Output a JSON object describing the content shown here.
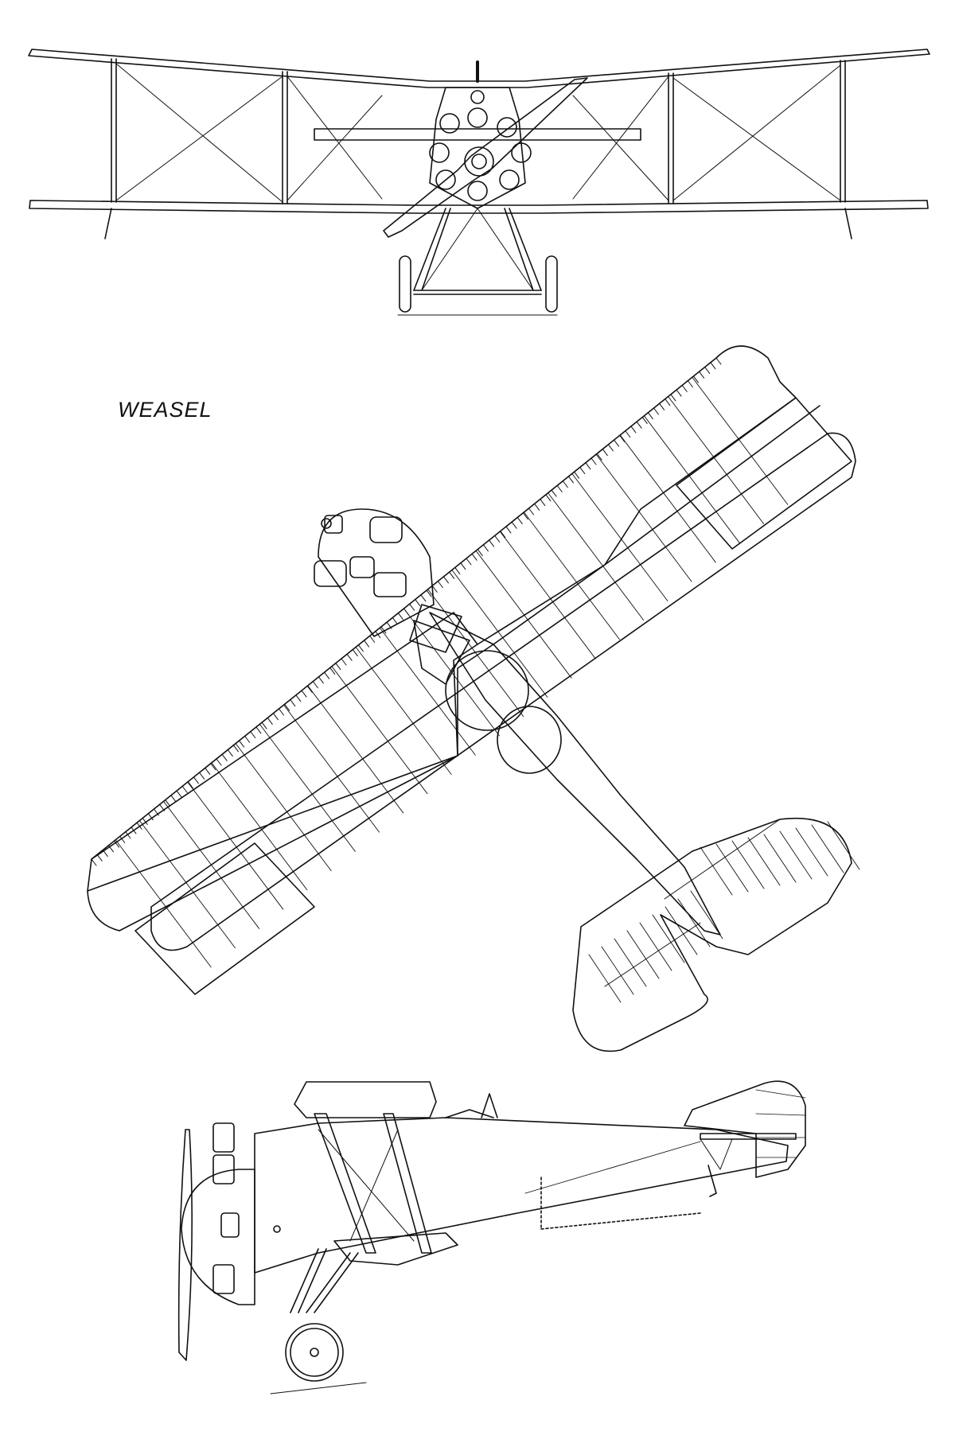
{
  "drawing": {
    "title": "WEASEL",
    "background": "#ffffff",
    "ink": "#111111",
    "views": [
      "front-view",
      "plan-view",
      "side-view"
    ]
  }
}
